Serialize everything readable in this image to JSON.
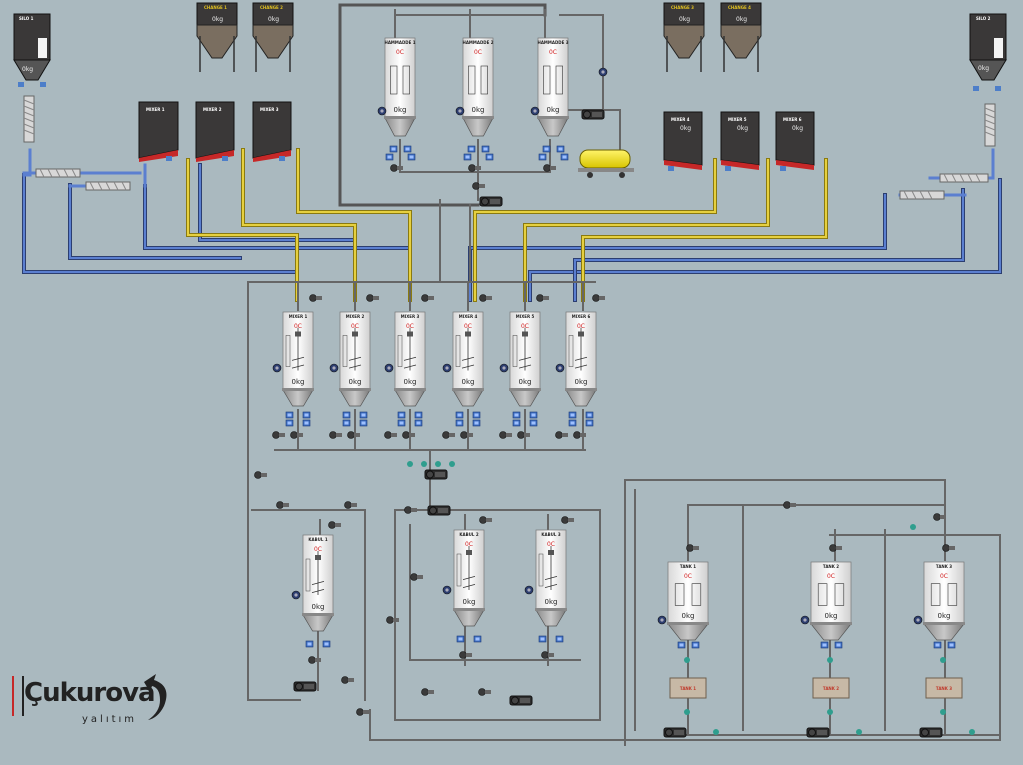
{
  "header": {
    "title": ""
  },
  "units": {
    "kg": "0kg",
    "temp": "0C"
  },
  "top_left": {
    "silos": [
      {
        "label": "SILO 1",
        "weight": "0kg"
      }
    ],
    "hoppers": [
      {
        "label": "CHANGE 1",
        "weight": "0kg"
      },
      {
        "label": "CHANGE 2",
        "weight": "0kg"
      }
    ],
    "dark_tanks": [
      {
        "label": "MIXER 1",
        "weight": ""
      },
      {
        "label": "MIXER 2",
        "weight": ""
      },
      {
        "label": "MIXER 3",
        "weight": ""
      }
    ]
  },
  "top_right": {
    "silos": [
      {
        "label": "SILO 2",
        "weight": "0kg"
      }
    ],
    "hoppers": [
      {
        "label": "CHANGE 3",
        "weight": "0kg"
      },
      {
        "label": "CHANGE 4",
        "weight": "0kg"
      }
    ],
    "dark_tanks": [
      {
        "label": "MIXER 4",
        "weight": "0kg"
      },
      {
        "label": "MIXER 5",
        "weight": "0kg"
      },
      {
        "label": "MIXER 6",
        "weight": "0kg"
      }
    ]
  },
  "top_center": {
    "reactors": [
      {
        "label": "HAMMADDE 1",
        "temp": "0C",
        "weight": "0kg"
      },
      {
        "label": "HAMMADDE 2",
        "temp": "0C",
        "weight": "0kg"
      },
      {
        "label": "HAMMADDE 3",
        "temp": "0C",
        "weight": "0kg"
      }
    ]
  },
  "middle": {
    "mixers": [
      {
        "label": "MIXER 1",
        "temp": "0C",
        "weight": "0kg"
      },
      {
        "label": "MIXER 2",
        "temp": "0C",
        "weight": "0kg"
      },
      {
        "label": "MIXER 3",
        "temp": "0C",
        "weight": "0kg"
      },
      {
        "label": "MIXER 4",
        "temp": "0C",
        "weight": "0kg"
      },
      {
        "label": "MIXER 5",
        "temp": "0C",
        "weight": "0kg"
      },
      {
        "label": "MIXER 6",
        "temp": "0C",
        "weight": "0kg"
      }
    ]
  },
  "bottom_left": {
    "tanks": [
      {
        "label": "KABUL 1",
        "temp": "0C",
        "weight": "0kg"
      },
      {
        "label": "KABUL 2",
        "temp": "0C",
        "weight": "0kg"
      },
      {
        "label": "KABUL 3",
        "temp": "0C",
        "weight": "0kg"
      }
    ]
  },
  "bottom_right": {
    "tanks": [
      {
        "label": "TANK 1",
        "temp": "0C",
        "weight": "0kg",
        "base": "TANK 1"
      },
      {
        "label": "TANK 2",
        "temp": "0C",
        "weight": "0kg",
        "base": "TANK 2"
      },
      {
        "label": "TANK 3",
        "temp": "0C",
        "weight": "0kg",
        "base": "TANK 3"
      }
    ]
  },
  "logo": {
    "brand": "Çukurova",
    "sub": "yalıtım"
  },
  "colors": {
    "background": "#aab9bf",
    "pipe_gray": "#6e6e6e",
    "pipe_blue": "#3b5bb0",
    "pipe_yellow": "#d7c02a",
    "accent_red": "#c62828",
    "tank_white": "#f4f4f4",
    "tank_dark": "#3a3838"
  }
}
